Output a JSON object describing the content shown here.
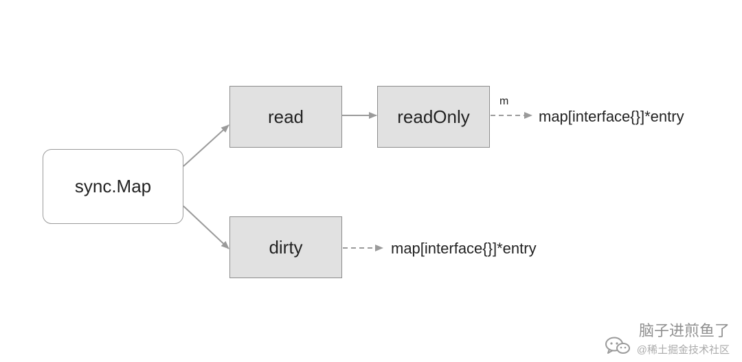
{
  "diagram": {
    "nodes": {
      "sync_map": "sync.Map",
      "read": "read",
      "read_only": "readOnly",
      "dirty": "dirty"
    },
    "labels": {
      "read_only_map": "map[interface{}]*entry",
      "dirty_map": "map[interface{}]*entry",
      "edge_m": "m"
    }
  },
  "watermark": {
    "title": "脑子进煎鱼了",
    "subtitle": "@稀土掘金技术社区"
  },
  "colors": {
    "node_fill": "#e1e1e1",
    "node_border": "#8c8c8c",
    "edge": "#9a9a9a"
  }
}
